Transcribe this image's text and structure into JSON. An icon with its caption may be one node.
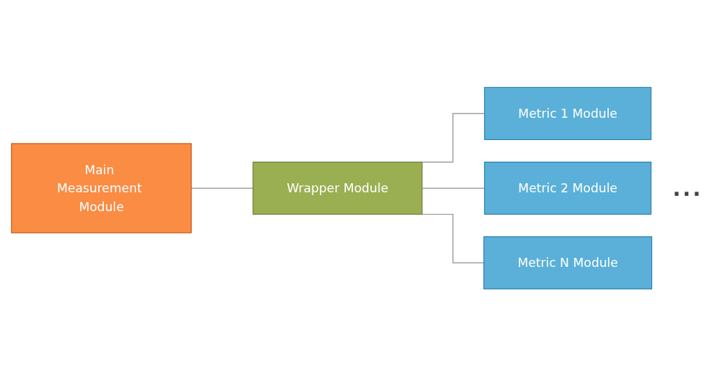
{
  "diagram": {
    "nodes": [
      {
        "text": [
          "Main Measurement Module"
        ]
      },
      {
        "text": [
          "Wrapper Module"
        ]
      },
      {
        "text": [
          "Metric 1 Module"
        ]
      },
      {
        "text": [
          "Metric 2 Module"
        ]
      },
      {
        "text": [
          "Metric N Module"
        ]
      }
    ],
    "edges": [
      {
        "from": 0,
        "to": 1,
        "arrow": "none"
      },
      {
        "from": 1,
        "to": 2,
        "arrow": "none"
      },
      {
        "from": 1,
        "to": 3,
        "arrow": "none"
      },
      {
        "from": 1,
        "to": 4,
        "arrow": "none"
      }
    ],
    "labels": [
      "..."
    ]
  }
}
